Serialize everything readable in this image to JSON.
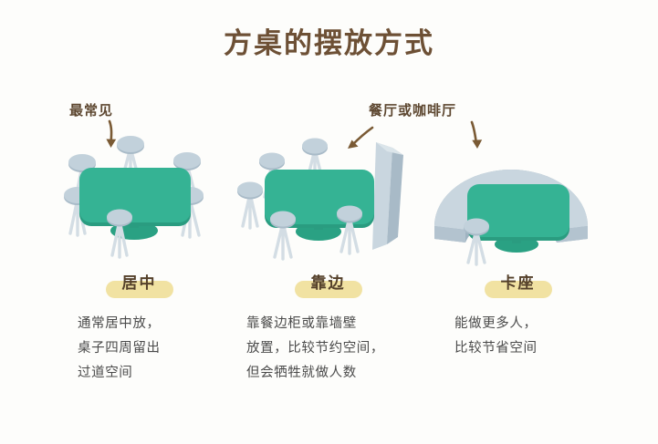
{
  "page": {
    "title": "方桌的摆放方式",
    "background_color": "#fdfdfb"
  },
  "palette": {
    "title_text": "#6d5035",
    "annotation_text": "#5d4730",
    "arrow": "#7a5a34",
    "pill_background": "#f0e09a",
    "pill_text": "#54402a",
    "caption_text": "#4a4a4a",
    "table_top": "#35b394",
    "table_top_dark": "#2a9c80",
    "table_base": "#2aa183",
    "stool_top": "#a9bbc8",
    "stool_top_light": "#c2d1db",
    "stool_leg": "#d3dde4",
    "furniture_light": "#c9d6df",
    "furniture_mid": "#b3c3cf",
    "furniture_dark": "#9fb3c1"
  },
  "annotations": [
    {
      "id": "most-common",
      "label": "最常见",
      "arrow": "down"
    },
    {
      "id": "restaurant-cafe",
      "label": "餐厅或咖啡厅",
      "arrow_left": "down-left",
      "arrow_right": "down"
    }
  ],
  "columns": [
    {
      "id": "center",
      "illustration": "table-with-six-stools",
      "pill_label": "居中",
      "caption_lines": [
        "通常居中放，",
        "桌子四周留出",
        "过道空间"
      ]
    },
    {
      "id": "against-wall",
      "illustration": "table-beside-wall-cabinet",
      "pill_label": "靠边",
      "caption_lines": [
        "靠餐边柜或靠墙壁",
        "放置，比较节约空间，",
        "但会牺牲就做人数"
      ]
    },
    {
      "id": "booth",
      "illustration": "table-in-curved-booth",
      "pill_label": "卡座",
      "caption_lines": [
        "能做更多人，",
        "比较节省空间"
      ]
    }
  ]
}
